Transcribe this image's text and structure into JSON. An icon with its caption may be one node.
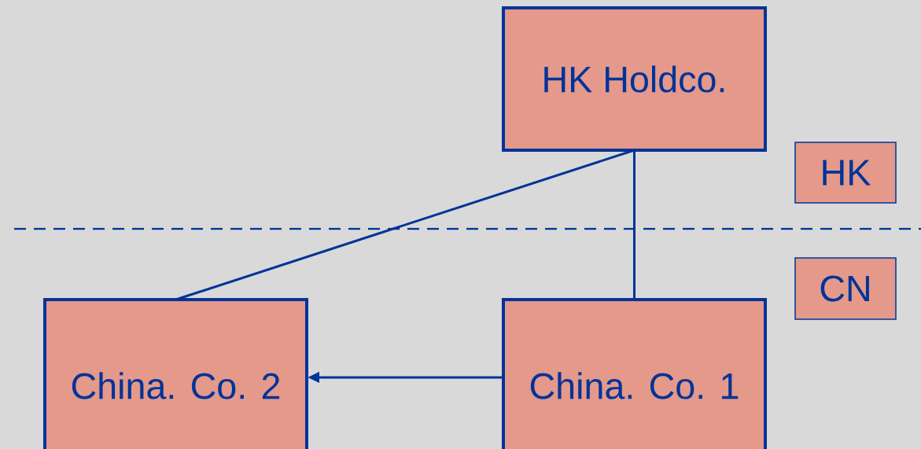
{
  "diagram": {
    "nodes": [
      {
        "text": [
          "HK Holdco."
        ]
      },
      {
        "text": [
          "HK"
        ]
      },
      {
        "text": [
          "CN"
        ]
      },
      {
        "text": [
          "China. Co. 2"
        ]
      },
      {
        "text": [
          "China. Co. 1"
        ]
      }
    ],
    "edges": [
      {
        "from": 0,
        "to": 3,
        "arrow": "none"
      },
      {
        "from": 0,
        "to": 4,
        "arrow": "none"
      },
      {
        "from": 4,
        "to": 3,
        "arrow": "to"
      }
    ]
  }
}
